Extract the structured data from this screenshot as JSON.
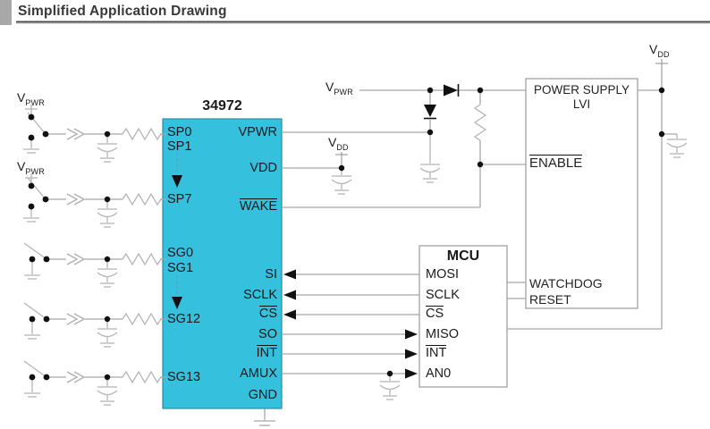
{
  "header": {
    "title": "Simplified Application Drawing"
  },
  "labels": {
    "vpwr": "V",
    "vpwr_sub": "PWR",
    "vdd": "V",
    "vdd_sub": "DD"
  },
  "chip": {
    "name": "34972",
    "left_pins": [
      "SP0",
      "SP1",
      "SP7",
      "SG0",
      "SG1",
      "SG12",
      "SG13"
    ],
    "right_pins": [
      "VPWR",
      "VDD",
      "WAKE",
      "SI",
      "SCLK",
      "CS",
      "SO",
      "INT",
      "AMUX",
      "GND"
    ]
  },
  "mcu": {
    "name": "MCU",
    "pins": [
      "MOSI",
      "SCLK",
      "CS",
      "MISO",
      "INT",
      "AN0"
    ]
  },
  "lvi": {
    "title_line1": "POWER SUPPLY",
    "title_line2": "LVI",
    "pin_enable": "ENABLE",
    "pin_watchdog": "WATCHDOG",
    "pin_reset": "RESET"
  },
  "colors": {
    "chip_fill": "#35C0DE",
    "chip_border": "#2B8FA6",
    "wire_gray": "#A6A6A6",
    "component_gray": "#B5B5B5",
    "ink": "#111111"
  }
}
